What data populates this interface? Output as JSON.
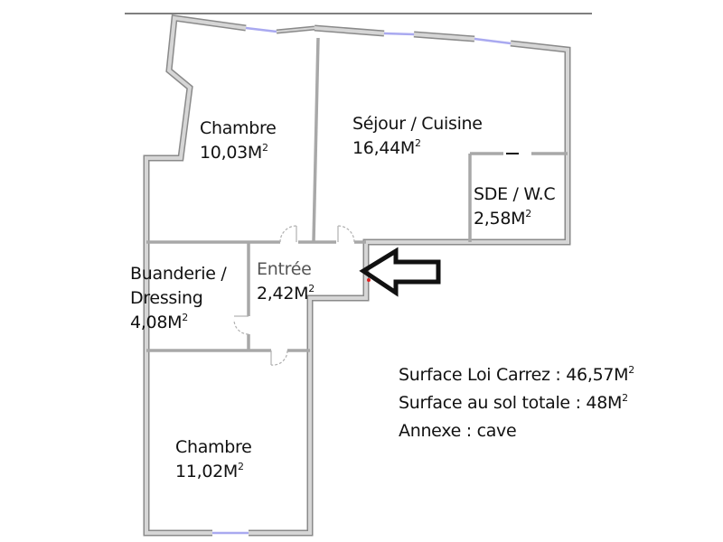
{
  "plan": {
    "colors": {
      "wall": "#b8b8b8",
      "wall_edge": "#8a8a8a",
      "window": "#a9a9f0",
      "arrow": "#111111",
      "accent_red": "#e02020"
    },
    "rooms": [
      {
        "id": "chambre-1",
        "name": "Chambre",
        "area": "10,03M",
        "unit_sup": "2"
      },
      {
        "id": "sejour-cuisine",
        "name": "Séjour / Cuisine",
        "area": "16,44M",
        "unit_sup": "2"
      },
      {
        "id": "sde-wc",
        "name": "SDE / W.C",
        "area": "2,58M",
        "unit_sup": "2"
      },
      {
        "id": "buanderie-dressing",
        "name_line1": "Buanderie /",
        "name_line2": "Dressing",
        "area": "4,08M",
        "unit_sup": "2"
      },
      {
        "id": "entree",
        "name": "Entrée",
        "area": "2,42M",
        "unit_sup": "2"
      },
      {
        "id": "chambre-2",
        "name": "Chambre",
        "area": "11,02M",
        "unit_sup": "2"
      }
    ],
    "entrance_arrow": "arrow-left-icon"
  },
  "summary": {
    "loi_carrez_label": "Surface Loi Carrez : ",
    "loi_carrez_value": "46,57M",
    "sol_label": "Surface au sol totale : ",
    "sol_value": "48M",
    "annexe": "Annexe : cave",
    "unit_sup": "2"
  }
}
